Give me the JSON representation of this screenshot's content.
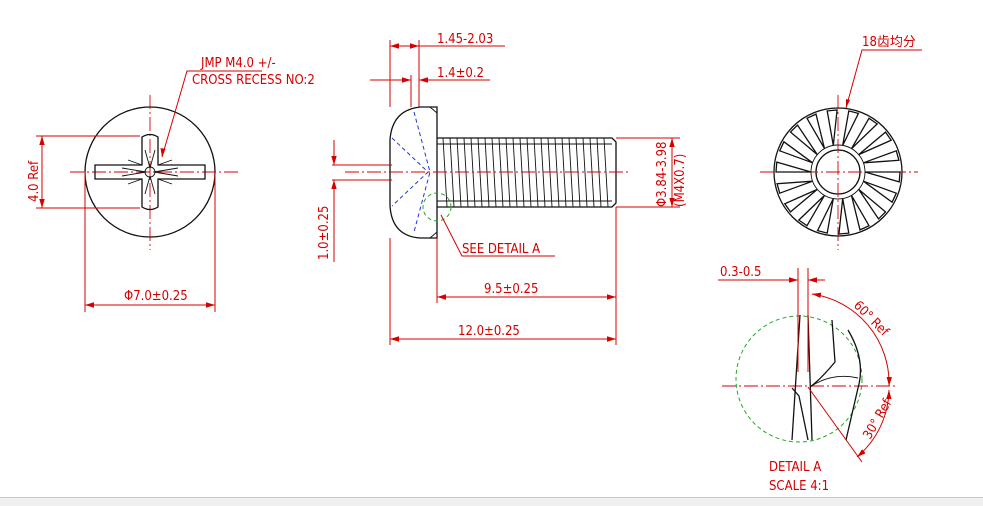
{
  "front_view": {
    "note_line1": "JMP M4.0 +/-",
    "note_line2": "CROSS RECESS NO:2",
    "recess_dim": "4.0 Ref",
    "head_dia": "Φ7.0±0.25"
  },
  "side_view": {
    "top_dim_1": "1.45-2.03",
    "top_dim_2": "1.4±0.2",
    "vertical_dim": "1.0±0.25",
    "thread_dia": "Φ3.84-3.98",
    "thread_spec": "(M4X0.7)",
    "detail_callout": "SEE DETAIL A",
    "thread_length": "9.5±0.25",
    "total_length": "12.0±0.25"
  },
  "serration_view": {
    "label": "18齿均分"
  },
  "detail_view": {
    "top_dim": "0.3-0.5",
    "angle_1": "60° Ref",
    "angle_2": "30° Ref",
    "title": "DETAIL A",
    "scale": "SCALE 4:1"
  },
  "colors": {
    "dimension": "#d40000",
    "outline": "#111111",
    "detail_circle": "#22aa22",
    "hidden_lines": "#2233dd"
  }
}
